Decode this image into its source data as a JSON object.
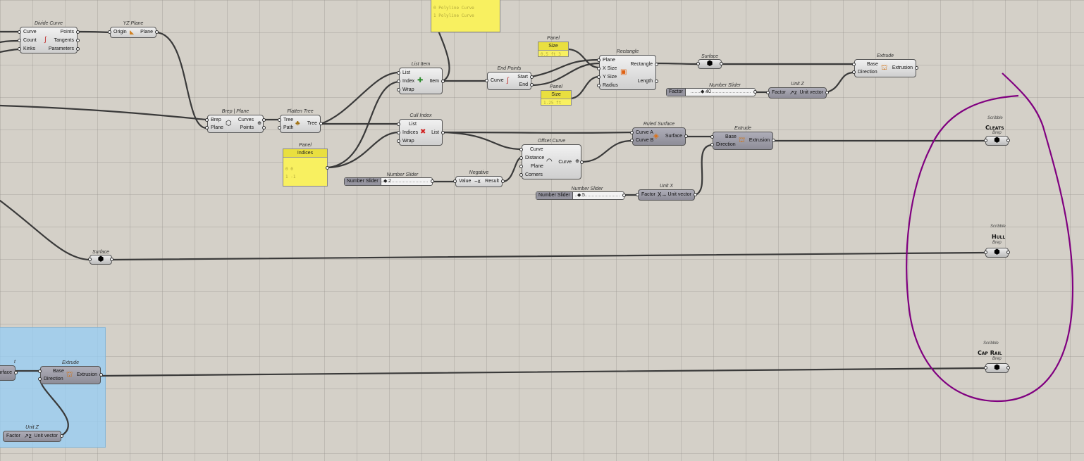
{
  "canvas": {
    "scribbles": {
      "cleats": "Cleats",
      "hull": "Hull",
      "cap_rail": "Cap Rail",
      "label": "Scribble",
      "brep": "Brep"
    },
    "panels": {
      "polyline": {
        "title": "",
        "lines": [
          "0 Polyline Curve",
          "1 Polyline Curve"
        ]
      },
      "size1": {
        "title": "Panel",
        "header": "Size",
        "value": "0.5 ft 3"
      },
      "size2": {
        "title": "Panel",
        "header": "Size",
        "value": "1.25 ft"
      },
      "indices": {
        "title": "Panel",
        "header": "Indices",
        "lines": [
          "0 0",
          "1 -1"
        ]
      }
    },
    "sliders": {
      "factor40": {
        "name": "Factor",
        "value": "40"
      },
      "neg2": {
        "name": "Number Slider",
        "value": "2"
      },
      "five": {
        "name": "Number Slider",
        "value": "5"
      },
      "title": "Number Slider"
    },
    "components": {
      "divide_curve": {
        "title": "Divide Curve",
        "inputs": [
          "Curve",
          "Count",
          "Kinks"
        ],
        "outputs": [
          "Points",
          "Tangents",
          "Parameters"
        ]
      },
      "yz_plane": {
        "title": "YZ Plane",
        "inputs": [
          "Origin"
        ],
        "outputs": [
          "Plane"
        ]
      },
      "brep_plane": {
        "title": "Brep | Plane",
        "inputs": [
          "Brep",
          "Plane"
        ],
        "outputs": [
          "Curves",
          "Points"
        ]
      },
      "flatten_tree": {
        "title": "Flatten Tree",
        "inputs": [
          "Tree",
          "Path"
        ],
        "outputs": [
          "Tree"
        ]
      },
      "list_item": {
        "title": "List Item",
        "inputs": [
          "List",
          "Index",
          "Wrap"
        ],
        "outputs": [
          "Item"
        ]
      },
      "end_points": {
        "title": "End Points",
        "inputs": [
          "Curve"
        ],
        "outputs": [
          "Start",
          "End"
        ]
      },
      "rectangle": {
        "title": "Rectangle",
        "inputs": [
          "Plane",
          "X Size",
          "Y Size",
          "Radius"
        ],
        "outputs": [
          "Rectangle",
          "Length"
        ]
      },
      "surface_top": {
        "title": "Surface"
      },
      "extrude_top": {
        "title": "Extrude",
        "inputs": [
          "Base",
          "Direction"
        ],
        "outputs": [
          "Extrusion"
        ]
      },
      "unit_z_top": {
        "title": "Unit Z",
        "inputs": [
          "Factor"
        ],
        "outputs": [
          "Unit vector"
        ]
      },
      "cull_index": {
        "title": "Cull Index",
        "inputs": [
          "List",
          "Indices",
          "Wrap"
        ],
        "outputs": [
          "List"
        ]
      },
      "ruled_surface": {
        "title": "Ruled Surface",
        "inputs": [
          "Curve A",
          "Curve B"
        ],
        "outputs": [
          "Surface"
        ]
      },
      "extrude_mid": {
        "title": "Extrude",
        "inputs": [
          "Base",
          "Direction"
        ],
        "outputs": [
          "Extrusion"
        ]
      },
      "offset_curve": {
        "title": "Offset Curve",
        "inputs": [
          "Curve",
          "Distance",
          "Plane",
          "Corners"
        ],
        "outputs": [
          "Curve"
        ]
      },
      "negative": {
        "title": "Negative",
        "inputs": [
          "Value"
        ],
        "outputs": [
          "Result"
        ]
      },
      "unit_x": {
        "title": "Unit X",
        "inputs": [
          "Factor"
        ],
        "outputs": [
          "Unit vector"
        ]
      },
      "surface_low": {
        "title": "Surface"
      },
      "extrude_bottom": {
        "title": "Extrude",
        "inputs": [
          "Base",
          "Direction"
        ],
        "outputs": [
          "Extrusion"
        ]
      },
      "unit_z_bottom": {
        "title": "Unit Z",
        "inputs": [
          "Factor"
        ],
        "outputs": [
          "Unit vector"
        ]
      },
      "surface_cut": {
        "label": "urface",
        "title": "t"
      }
    },
    "colors": {
      "canvas": "#d4d0c8",
      "wire": "#3a3a3a",
      "panel": "#f8f060",
      "group": "#96cdf5",
      "scribble_circle": "#800080"
    }
  }
}
